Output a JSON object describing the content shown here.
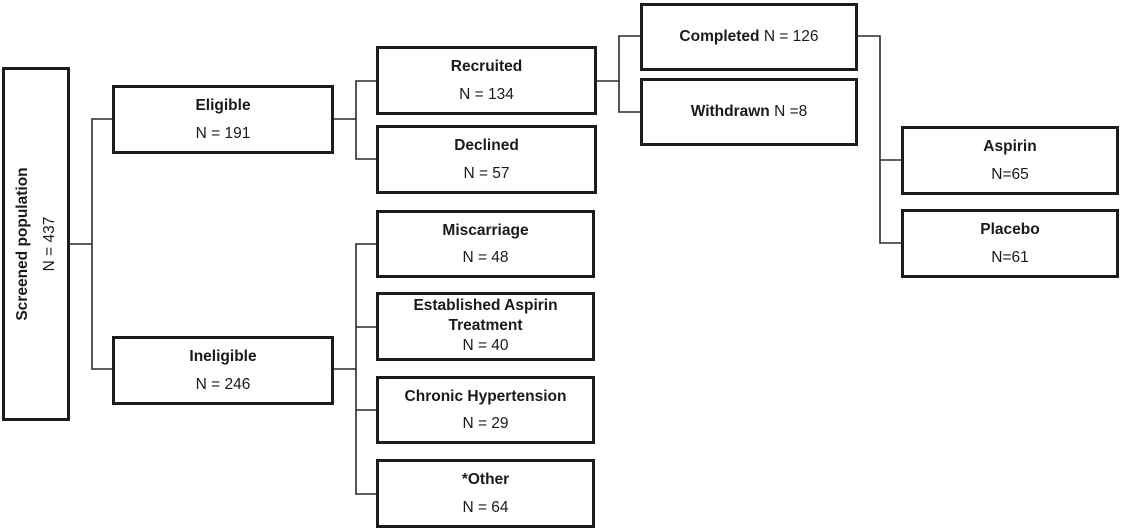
{
  "screened": {
    "label": "Screened population",
    "count": "N = 437"
  },
  "eligible": {
    "label": "Eligible",
    "count": "N = 191"
  },
  "ineligible": {
    "label": "Ineligible",
    "count": "N = 246"
  },
  "recruited": {
    "label": "Recruited",
    "count": "N = 134"
  },
  "declined": {
    "label": "Declined",
    "count": "N = 57"
  },
  "completed": {
    "label": "Completed",
    "count": "N = 126"
  },
  "withdrawn": {
    "label": "Withdrawn",
    "count": "N =8"
  },
  "aspirin": {
    "label": "Aspirin",
    "count": "N=65"
  },
  "placebo": {
    "label": "Placebo",
    "count": "N=61"
  },
  "miscarriage": {
    "label": "Miscarriage",
    "count": "N = 48"
  },
  "established": {
    "label_line1": "Established Aspirin",
    "label_line2": "Treatment",
    "count": "N = 40"
  },
  "hypertension": {
    "label": "Chronic Hypertension",
    "count": "N = 29"
  },
  "other": {
    "label": "*Other",
    "count": "N = 64"
  }
}
